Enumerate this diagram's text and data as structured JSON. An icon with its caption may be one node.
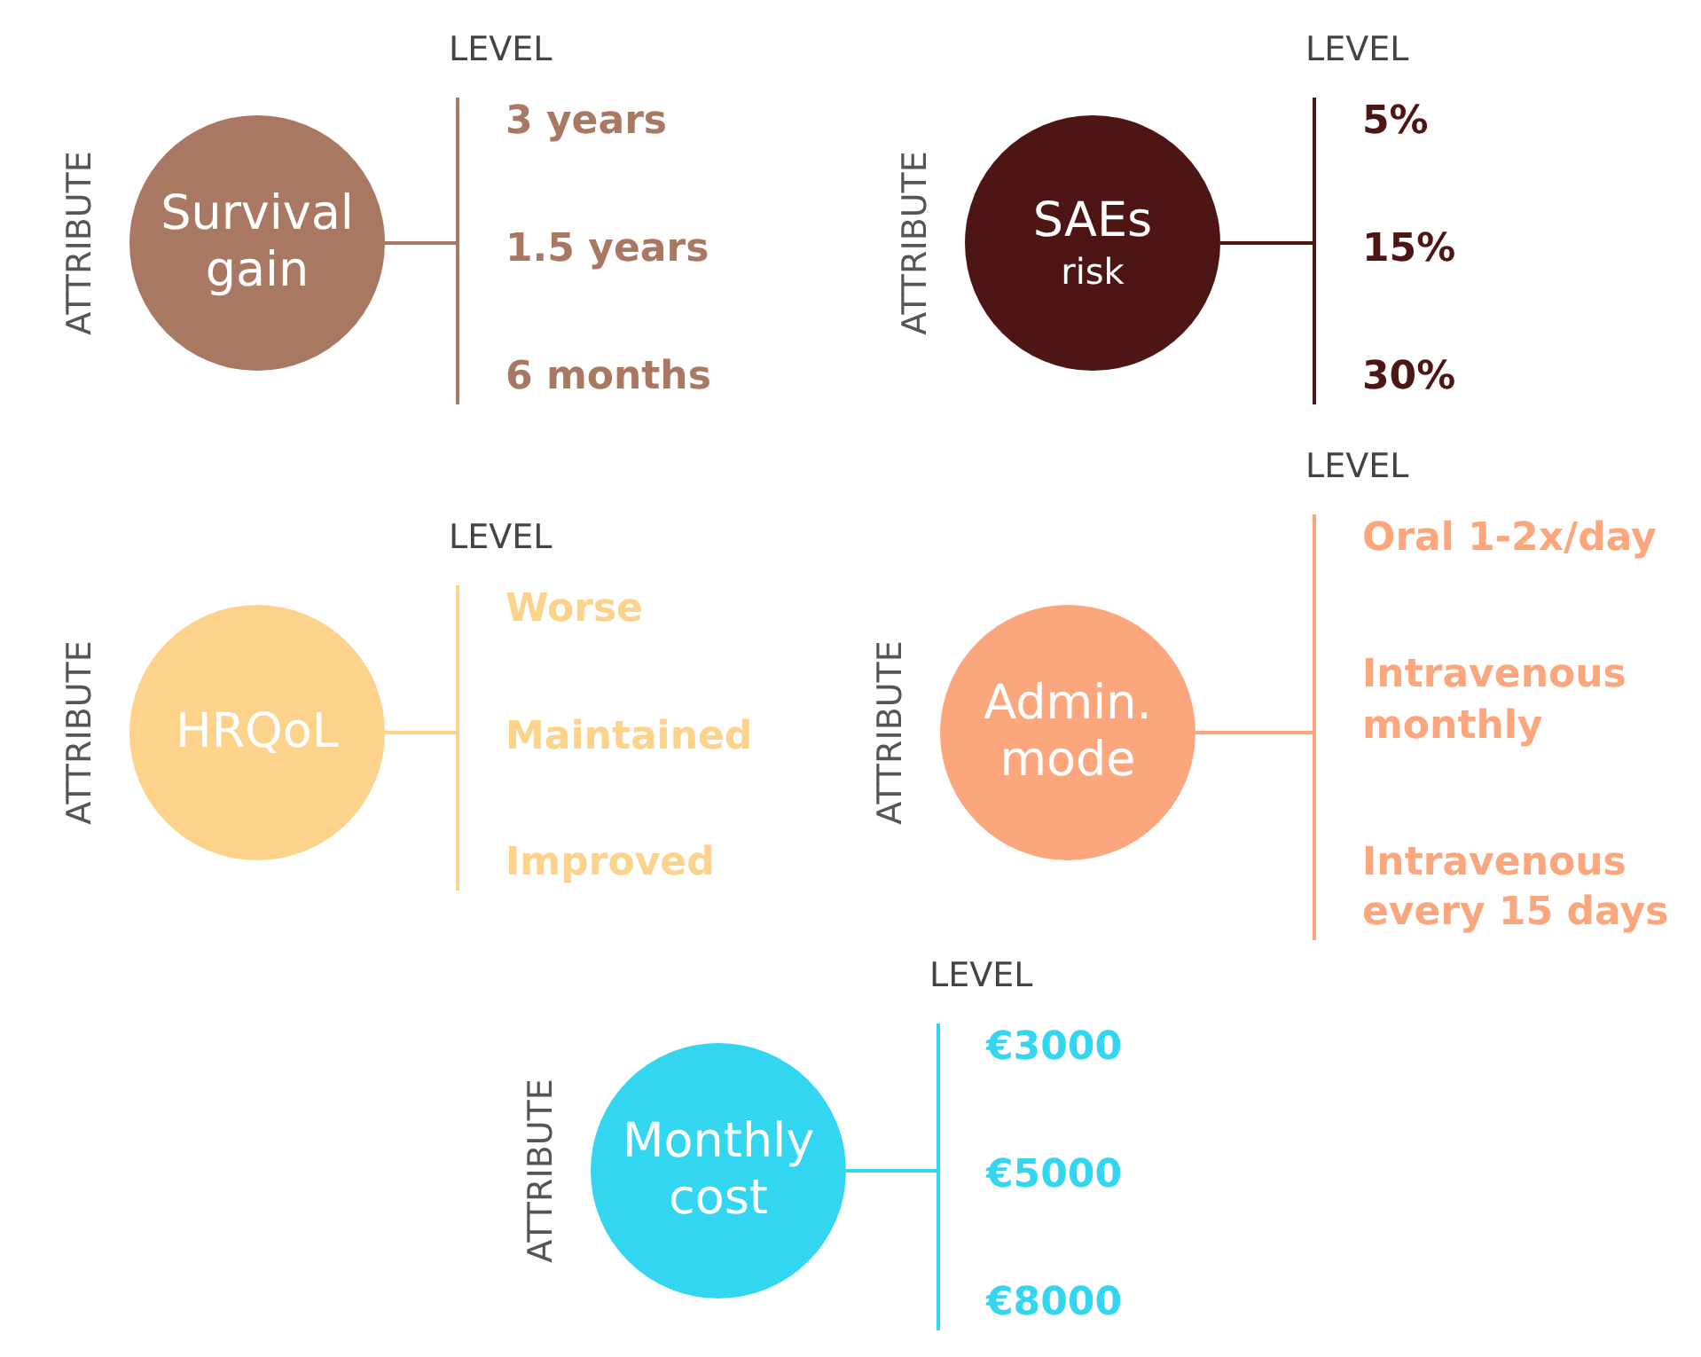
{
  "diagram": {
    "nodes": [
      {
        "text": [
          "Survival gain"
        ],
        "beside": [
          "ATTRIBUTE"
        ]
      },
      {
        "text": [
          "LEVEL",
          "3 years",
          "1.5 years",
          "6 months"
        ]
      },
      {
        "text": [
          "SAEs",
          "risk"
        ],
        "beside": [
          "ATTRIBUTE"
        ]
      },
      {
        "text": [
          "LEVEL",
          "5%",
          "15%",
          "30%"
        ]
      },
      {
        "text": [
          "HRQoL"
        ],
        "beside": [
          "ATTRIBUTE"
        ]
      },
      {
        "text": [
          "LEVEL",
          "Worse",
          "Maintained",
          "Improved"
        ]
      },
      {
        "text": [
          "Admin. mode"
        ],
        "beside": [
          "ATTRIBUTE"
        ]
      },
      {
        "text": [
          "LEVEL",
          "Oral 1-2x/day",
          "Intravenous monthly",
          "Intravenous every 15 days"
        ]
      },
      {
        "text": [
          "Monthly cost"
        ],
        "beside": [
          "ATTRIBUTE"
        ]
      },
      {
        "text": [
          "LEVEL",
          "€3000",
          "€5000",
          "€8000"
        ]
      }
    ],
    "edges": [
      {
        "from": 0,
        "to": 1,
        "arrow": "none",
        "color": "#a97863"
      },
      {
        "from": 2,
        "to": 3,
        "arrow": "none",
        "color": "#4e1515"
      },
      {
        "from": 4,
        "to": 5,
        "arrow": "none",
        "color": "#fdd28a"
      },
      {
        "from": 6,
        "to": 7,
        "arrow": "none",
        "color": "#fca67e"
      },
      {
        "from": 8,
        "to": 9,
        "arrow": "none",
        "color": "#33d6f0"
      }
    ]
  }
}
